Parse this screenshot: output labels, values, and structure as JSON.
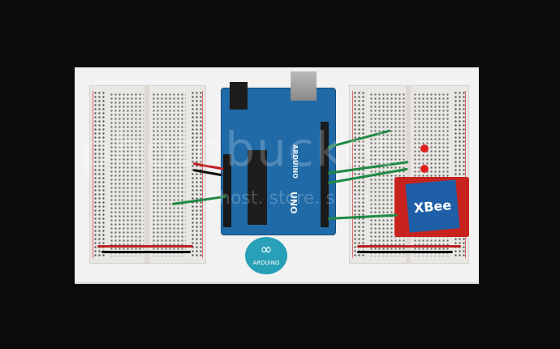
{
  "photo": {
    "board_brand": "ARDUINO",
    "board_model": "UNO",
    "logo_text": "ARDUINO",
    "radio_module": "XBee",
    "watermark": "photobucket",
    "watermark_tagline": "host. store. share."
  },
  "colors": {
    "background": "#0b0b0b",
    "base": "#f2f2f2",
    "arduino": "#1f6aa7",
    "xbee_board": "#c8221e",
    "logo": "#27a0b8"
  }
}
